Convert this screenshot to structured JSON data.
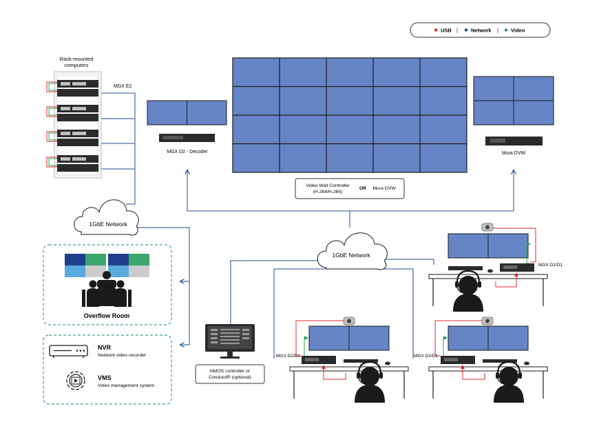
{
  "legend": {
    "items": [
      {
        "label": "USB",
        "color": "#e0282e"
      },
      {
        "label": "Network",
        "color": "#1f4e8c"
      },
      {
        "label": "Video",
        "color": "#2e9e5b"
      }
    ],
    "separator": "|"
  },
  "colors": {
    "network": "#1f4e8c",
    "usb": "#e0282e",
    "video": "#2e9e5b",
    "screen": "#6585c6",
    "green_dash": "#3aa76d"
  },
  "rack": {
    "title_line1": "Rack-mounted",
    "title_line2": "computers",
    "device_label": "MGX E2"
  },
  "decoder": {
    "label": "MGX D2 - Decoder"
  },
  "mura": {
    "label": "Mura DVW"
  },
  "controller": {
    "line1": "Video Wall Controller",
    "line2": "(H.264/H.265)",
    "or": "OR",
    "alt": "Mura DVW"
  },
  "cloud_left": {
    "label": "1GbE Network"
  },
  "cloud_center": {
    "label": "1GbE Network"
  },
  "overflow": {
    "label": "Overflow Room"
  },
  "nvr": {
    "title": "NVR",
    "subtitle": "Network video recorder"
  },
  "vms": {
    "title": "VMS",
    "subtitle": "Video management system"
  },
  "nmos": {
    "line1": "NMOS controller or",
    "line2": "ConductIP (optional)"
  },
  "workstations": {
    "label": "MGX D2/D1"
  },
  "icons": [
    "cloud-icon",
    "people-icon",
    "nvr-icon",
    "gear-play-icon",
    "monitor-icon",
    "operator-icon",
    "camera-icon",
    "keyboard-icon",
    "mouse-icon"
  ]
}
